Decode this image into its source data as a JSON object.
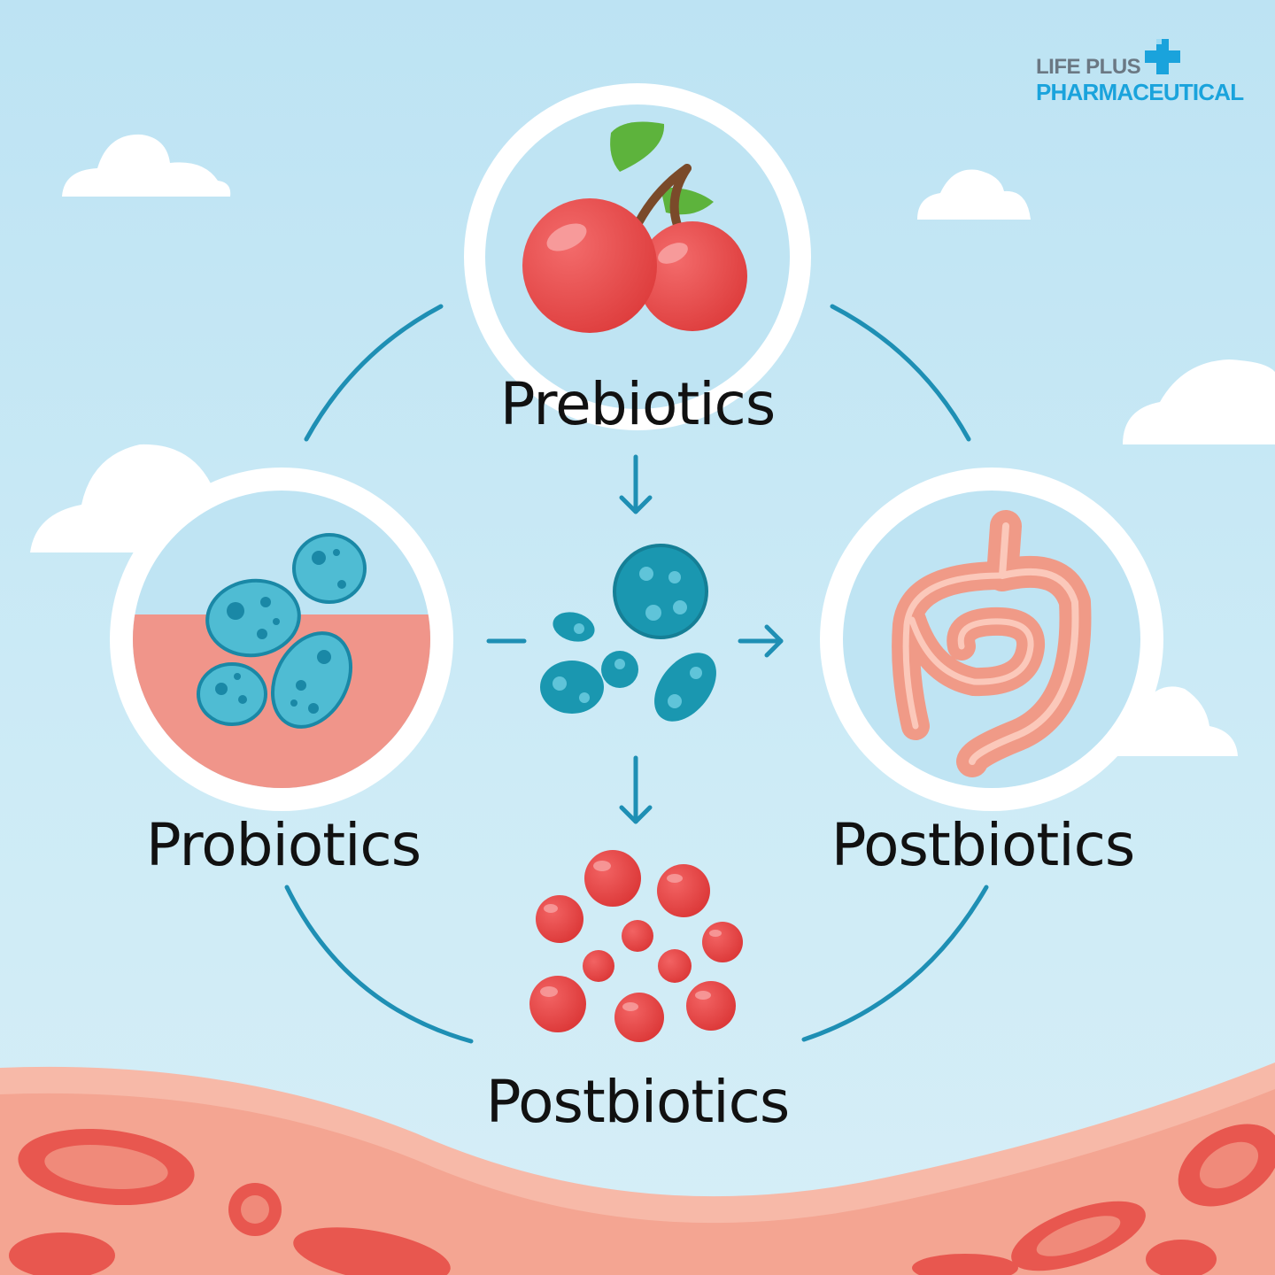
{
  "logo": {
    "line1": "LIFE PLUS",
    "line2": "PHARMACEUTICAL",
    "icon": "medical-cross-icon",
    "colors": {
      "line1": "#6b7883",
      "line2": "#1aa3dc",
      "cross": "#1aa3dc"
    }
  },
  "labels": {
    "prebiotics": "Prebiotics",
    "probiotics": "Probiotics",
    "postbiotics_right": "Postbiotics",
    "postbiotics_bottom": "Postbiotics"
  },
  "icons": {
    "prebiotics": "cherries-icon",
    "probiotics": "bacteria-cells-icon",
    "postbiotics_right": "intestine-icon",
    "center": "microbes-icon",
    "bottom": "red-particles-icon"
  },
  "colors": {
    "sky": "#c6e8f5",
    "cycle_line": "#1e8fb4",
    "cherry_red": "#e84848",
    "microbe_blue": "#1a97b0",
    "intestine_pink": "#f4a594",
    "gut_lining": "#f7b4a3"
  }
}
